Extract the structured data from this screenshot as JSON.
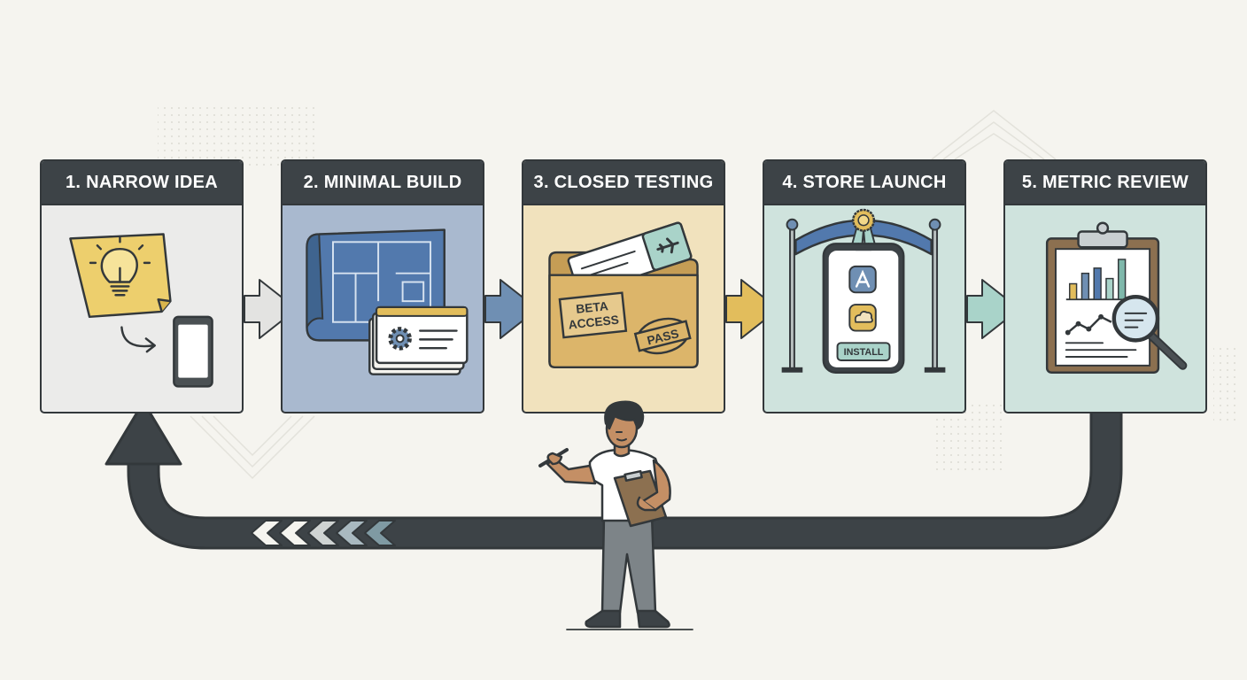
{
  "stages": [
    {
      "label": "1. NARROW IDEA",
      "color": "#ebebea",
      "icon": "lightbulb-sticky-note-to-phone"
    },
    {
      "label": "2. MINIMAL BUILD",
      "color": "#a9b9cf",
      "icon": "blueprint-and-settings-cards"
    },
    {
      "label": "3. CLOSED TESTING",
      "color": "#f1e2bd",
      "icon": "envelope-with-ticket"
    },
    {
      "label": "4. STORE LAUNCH",
      "color": "#cfe3dd",
      "icon": "phone-under-arch"
    },
    {
      "label": "5. METRIC REVIEW",
      "color": "#cfe3dd",
      "icon": "clipboard-chart-magnifier"
    }
  ],
  "stage_art": {
    "beta_stamp": "BETA\nACCESS",
    "beta_line1": "BETA",
    "beta_line2": "ACCESS",
    "pass_stamp": "PASS",
    "install_button": "INSTALL"
  },
  "colors": {
    "background": "#f5f4ef",
    "header": "#3d4347",
    "outline": "#33383b",
    "loop_arrow": "#3d4347",
    "arrow_1": "#e3e3e1",
    "arrow_2": "#6f8fb3",
    "arrow_3": "#e2bd5c",
    "arrow_4": "#a9d3c9"
  }
}
